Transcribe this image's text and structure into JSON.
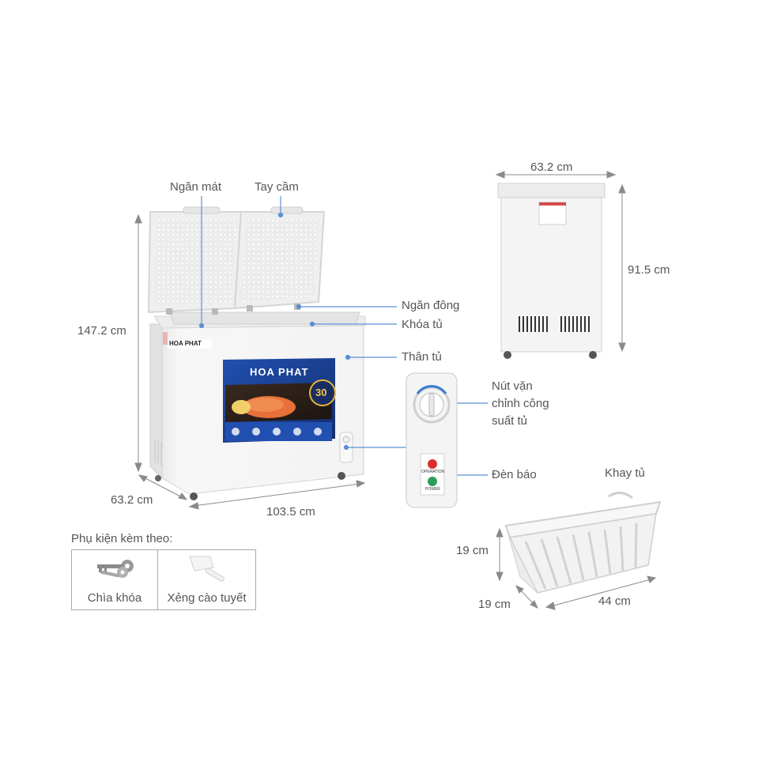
{
  "labels": {
    "ngan_mat": "Ngăn mát",
    "tay_cam": "Tay cầm",
    "ngan_dong": "Ngăn đông",
    "khoa_tu": "Khóa tủ",
    "than_tu": "Thân tủ",
    "nut_van": "Nút vặn\nchỉnh công\nsuất tủ",
    "den_bao": "Đèn báo",
    "khay_tu": "Khay tủ"
  },
  "dimensions": {
    "height_open": "147.2 cm",
    "depth_main": "63.2 cm",
    "width_main": "103.5 cm",
    "side_width": "63.2 cm",
    "side_height": "91.5 cm",
    "tray_height": "19 cm",
    "tray_depth": "19 cm",
    "tray_width": "44 cm"
  },
  "brand": {
    "logo_text": "HOA PHAT",
    "badge_text": "HOA PHAT",
    "badge_number": "30"
  },
  "control_panel": {
    "operation": "OPERATION",
    "power": "POWER"
  },
  "accessories": {
    "title": "Phụ kiện kèm theo:",
    "items": [
      {
        "label": "Chìa khóa",
        "icon": "keys-icon"
      },
      {
        "label": "Xẻng cào tuyết",
        "icon": "ice-scraper-icon"
      }
    ]
  },
  "colors": {
    "leader_line": "#5b8fd6",
    "text": "#555555",
    "panel_blue": "#1d3f8f",
    "operation_led": "#d9302c",
    "power_led": "#2a9d5a"
  }
}
